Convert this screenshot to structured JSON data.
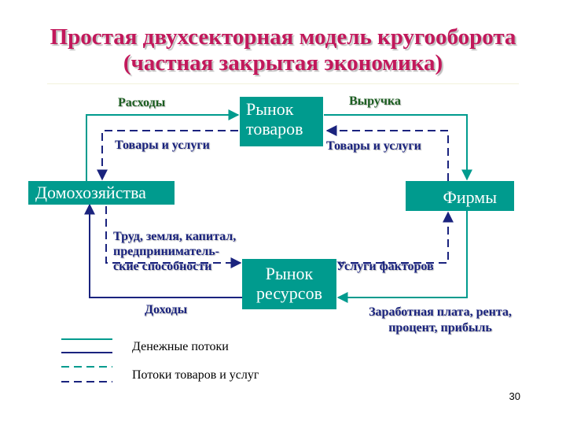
{
  "title": {
    "line1": "Простая двухсекторная модель кругооборота",
    "line2": "(частная закрытая экономика)"
  },
  "nodes": {
    "goods_market": {
      "line1": "Рынок",
      "line2": "товаров"
    },
    "resource_market": {
      "line1": "Рынок",
      "line2": "ресурсов"
    },
    "households": "Домохозяйства",
    "firms": "Фирмы"
  },
  "labels": {
    "expenses": "Расходы",
    "goods_services_left": "Товары и услуги",
    "revenue": "Выручка",
    "goods_services_right": "Товары и услуги",
    "factors_line1": "Труд, земля, капитал,",
    "factors_line2": "предприниматель-",
    "factors_line3": "ские способности",
    "factor_services": "Услуги факторов",
    "income": "Доходы",
    "wages_line1": "Заработная плата, рента,",
    "wages_line2": "процент, прибыль"
  },
  "legend": {
    "money_flows": "Денежные потоки",
    "goods_flows": "Потоки товаров и услуг"
  },
  "page_number": "30",
  "colors": {
    "title": "#c2185b",
    "box_fill": "#009b8e",
    "money_flow": "#009b8e",
    "goods_flow": "#1a237e",
    "label_text": "#1a237e"
  }
}
